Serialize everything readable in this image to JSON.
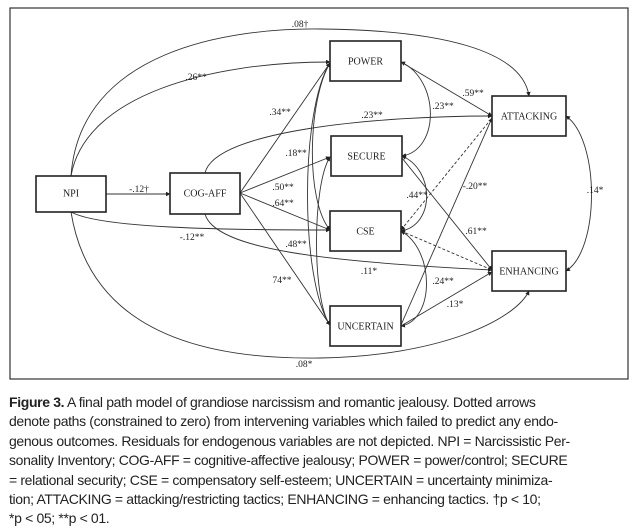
{
  "nodes": {
    "npi": "NPI",
    "cogaff": "COG-AFF",
    "power": "POWER",
    "secure": "SECURE",
    "cse": "CSE",
    "uncertain": "UNCERTAIN",
    "attacking": "ATTACKING",
    "enhancing": "ENHANCING"
  },
  "coefficients": {
    "npi_attacking": ".08†",
    "npi_power": ".26**",
    "npi_cogaff": "-.12†",
    "cogaff_power": ".34**",
    "cogaff_attacking": ".23**",
    "power_attacking": ".59**",
    "power_secure": ".23**",
    "secure_label": ".18**",
    "cogaff_secure": ".50**",
    "cogaff_cse": ".64**",
    "secure_cse": ".44**",
    "uncertain_attacking": "-.20**",
    "attacking_enhancing": ".14*",
    "secure_enhancing": ".61**",
    "npi_cse": "-.12**",
    "cogaff_label": ".48**",
    "cogaff_enhancing": ".11*",
    "cse_uncertain": ".24**",
    "uncertain_enhancing": ".13*",
    "cogaff_uncertain": "74**",
    "npi_enhancing": ".08*"
  },
  "caption": {
    "label": "Figure 3.",
    "lines": [
      " A final path model of grandiose narcissism and romantic jealousy. Dotted arrows",
      "denote paths (constrained to zero) from intervening variables which failed to predict any endo-",
      "genous outcomes. Residuals for endogenous variables are not depicted. NPI = Narcissistic Per-",
      "sonality Inventory; COG-AFF = cognitive-affective jealousy; POWER = power/control; SECURE",
      "= relational security; CSE = compensatory self-esteem; UNCERTAIN = uncertainty minimiza-",
      "tion; ATTACKING = attacking/restricting tactics; ENHANCING = enhancing tactics. †p < 10;",
      "*p < 05; **p < 01."
    ]
  }
}
